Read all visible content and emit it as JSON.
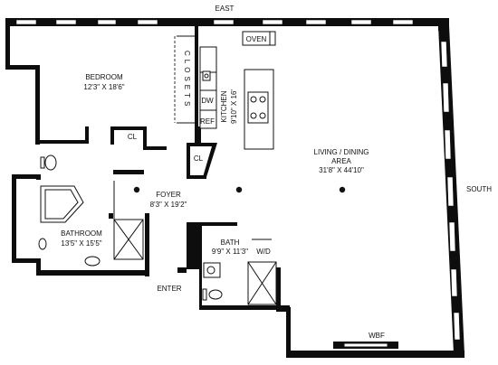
{
  "compass": {
    "east": "EAST",
    "south": "SOUTH"
  },
  "rooms": {
    "bedroom": {
      "name": "BEDROOM",
      "dims": "12'3\" X 18'6\""
    },
    "closets": {
      "name": "CLOSETS"
    },
    "kitchen": {
      "name": "KITCHEN",
      "dims": "9'10\" X 16'"
    },
    "living": {
      "name_line1": "LIVING / DINING",
      "name_line2": "AREA",
      "dims": "31'8\" X 44'10\""
    },
    "foyer": {
      "name": "FOYER",
      "dims": "8'3\" X 19'2\""
    },
    "bathroom": {
      "name": "BATHROOM",
      "dims": "13'5\" X 15'5\""
    },
    "bath": {
      "name": "BATH",
      "dims": "9'9\" X 11'3\""
    }
  },
  "labels": {
    "oven": "OVEN",
    "dw": "DW",
    "ref": "REF",
    "cl1": "CL",
    "cl2": "CL",
    "wd": "W/D",
    "enter": "ENTER",
    "wbf": "WBF"
  }
}
